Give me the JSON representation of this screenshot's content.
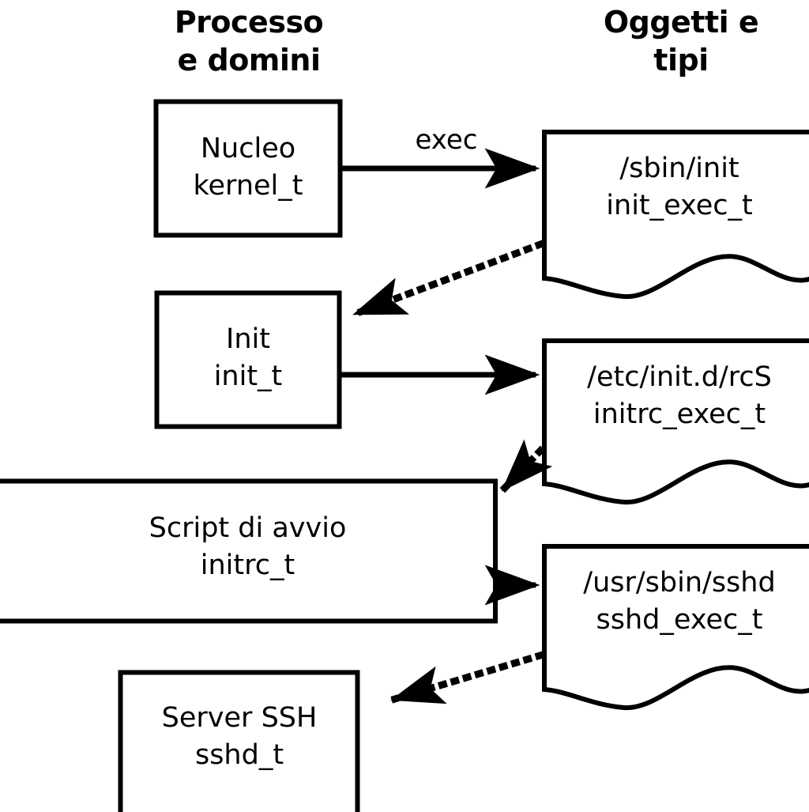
{
  "diagram": {
    "title": "Processo e domini / Oggetti e tipi",
    "language": "it",
    "background_color": "#ffffff",
    "stroke_color": "#000000",
    "columns": [
      {
        "id": "processes",
        "heading": "Processo\ne domini"
      },
      {
        "id": "objects",
        "heading": "Oggetti e\ntipi"
      }
    ],
    "process_nodes": [
      {
        "id": "kernel",
        "shape": "rectangle",
        "line1": "Nucleo",
        "line2": "kernel_t",
        "text": "Nucleo\nkernel_t"
      },
      {
        "id": "init",
        "shape": "rectangle",
        "line1": "Init",
        "line2": "init_t",
        "text": "Init\ninit_t"
      },
      {
        "id": "initrc",
        "shape": "rectangle",
        "line1": "Script di avvio",
        "line2": "initrc_t",
        "text": "Script di avvio\ninitrc_t"
      },
      {
        "id": "sshd",
        "shape": "rectangle",
        "line1": "Server SSH",
        "line2": "sshd_t",
        "text": "Server SSH\nsshd_t"
      }
    ],
    "object_nodes": [
      {
        "id": "init-exec",
        "shape": "document",
        "line1": "/sbin/init",
        "line2": "init_exec_t",
        "text": "/sbin/init\ninit_exec_t"
      },
      {
        "id": "initrc-exec",
        "shape": "document",
        "line1": "/etc/init.d/rcS",
        "line2": "initrc_exec_t",
        "text": "/etc/init.d/rcS\ninitrc_exec_t"
      },
      {
        "id": "sshd-exec",
        "shape": "document",
        "line1": "/usr/sbin/sshd",
        "line2": "sshd_exec_t",
        "text": "/usr/sbin/sshd\nsshd_exec_t"
      }
    ],
    "edges": [
      {
        "id": "kernel-to-init-exec",
        "from": "kernel",
        "to": "init-exec",
        "style": "solid",
        "label": "exec"
      },
      {
        "id": "init-exec-to-init",
        "from": "init-exec",
        "to": "init",
        "style": "dotted",
        "label": ""
      },
      {
        "id": "init-to-initrc-exec",
        "from": "init",
        "to": "initrc-exec",
        "style": "solid",
        "label": ""
      },
      {
        "id": "initrc-exec-to-initrc",
        "from": "initrc-exec",
        "to": "initrc",
        "style": "dotted",
        "label": ""
      },
      {
        "id": "initrc-to-sshd-exec",
        "from": "initrc",
        "to": "sshd-exec",
        "style": "solid",
        "label": ""
      },
      {
        "id": "sshd-exec-to-sshd",
        "from": "sshd-exec",
        "to": "sshd",
        "style": "dotted",
        "label": ""
      }
    ],
    "edge_labels": {
      "exec": "exec"
    }
  }
}
